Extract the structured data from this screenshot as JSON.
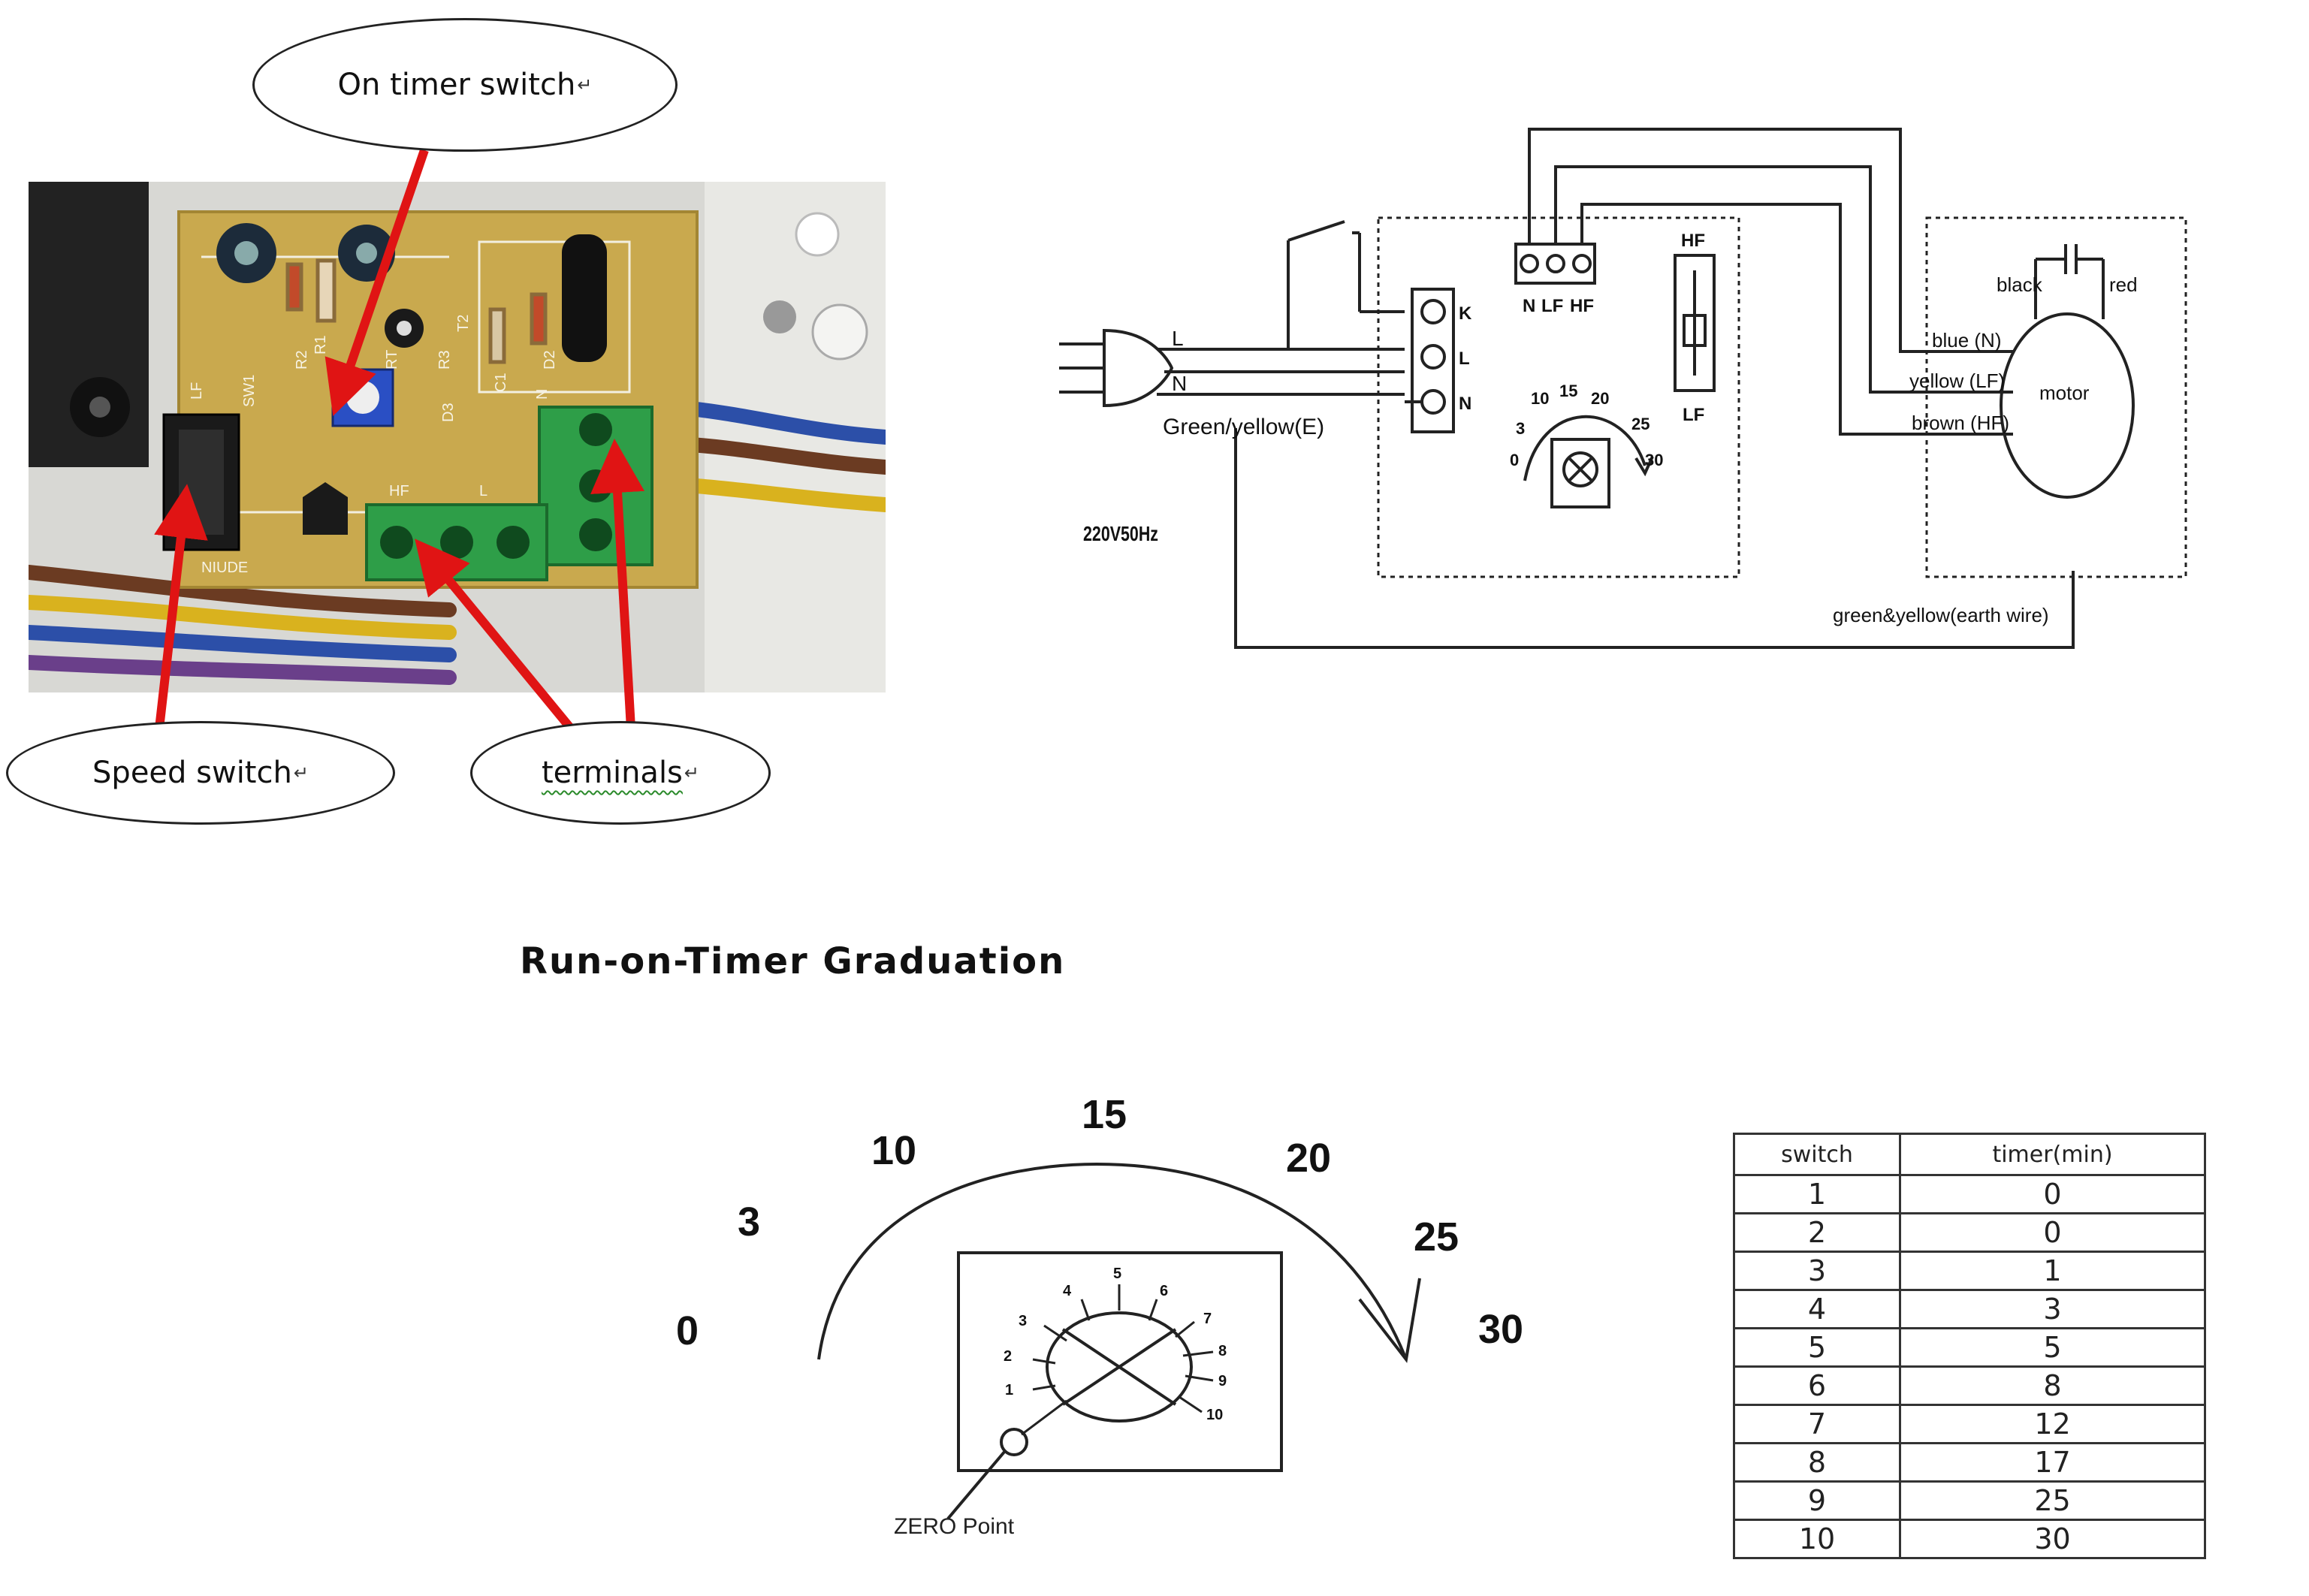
{
  "callouts": {
    "on_timer": "On timer switch",
    "speed": "Speed switch",
    "terminals": "terminals",
    "mark": "↵"
  },
  "board": {
    "silk_labels": [
      "LF",
      "SW1",
      "R2",
      "R1",
      "RT",
      "T2",
      "R3",
      "C1",
      "D2",
      "D3",
      "N",
      "HF",
      "L",
      "NIUDE"
    ],
    "colors": {
      "pcb": "#c9a94e",
      "terminal_block": "#2e9e48",
      "arrow": "#e01414",
      "potentiometer": "#2a4fc4"
    }
  },
  "wiring": {
    "plug_L": "L",
    "plug_N": "N",
    "plug_E": "Green/yellow(E)",
    "supply": "220V50Hz",
    "terminals": [
      "K",
      "L",
      "N"
    ],
    "top_terminals": [
      "N",
      "LF",
      "HF"
    ],
    "speed_HF": "HF",
    "speed_LF": "LF",
    "dial_numbers": [
      "0",
      "3",
      "10",
      "15",
      "20",
      "25",
      "30"
    ],
    "motor": "motor",
    "black": "black",
    "red": "red",
    "wire_blue": "blue (N)",
    "wire_yellow": "yellow (LF)",
    "wire_brown": "brown (HF)",
    "earth": "green&yellow(earth wire)"
  },
  "graduation": {
    "title": "Run-on-Timer Graduation",
    "scale": [
      "0",
      "3",
      "10",
      "15",
      "20",
      "25",
      "30"
    ],
    "dial_positions": [
      "1",
      "2",
      "3",
      "4",
      "5",
      "6",
      "7",
      "8",
      "9",
      "10"
    ],
    "zero_point": "ZERO Point"
  },
  "timer_table": {
    "headers": [
      "switch",
      "timer(min)"
    ],
    "rows": [
      [
        "1",
        "0"
      ],
      [
        "2",
        "0"
      ],
      [
        "3",
        "1"
      ],
      [
        "4",
        "3"
      ],
      [
        "5",
        "5"
      ],
      [
        "6",
        "8"
      ],
      [
        "7",
        "12"
      ],
      [
        "8",
        "17"
      ],
      [
        "9",
        "25"
      ],
      [
        "10",
        "30"
      ]
    ]
  }
}
